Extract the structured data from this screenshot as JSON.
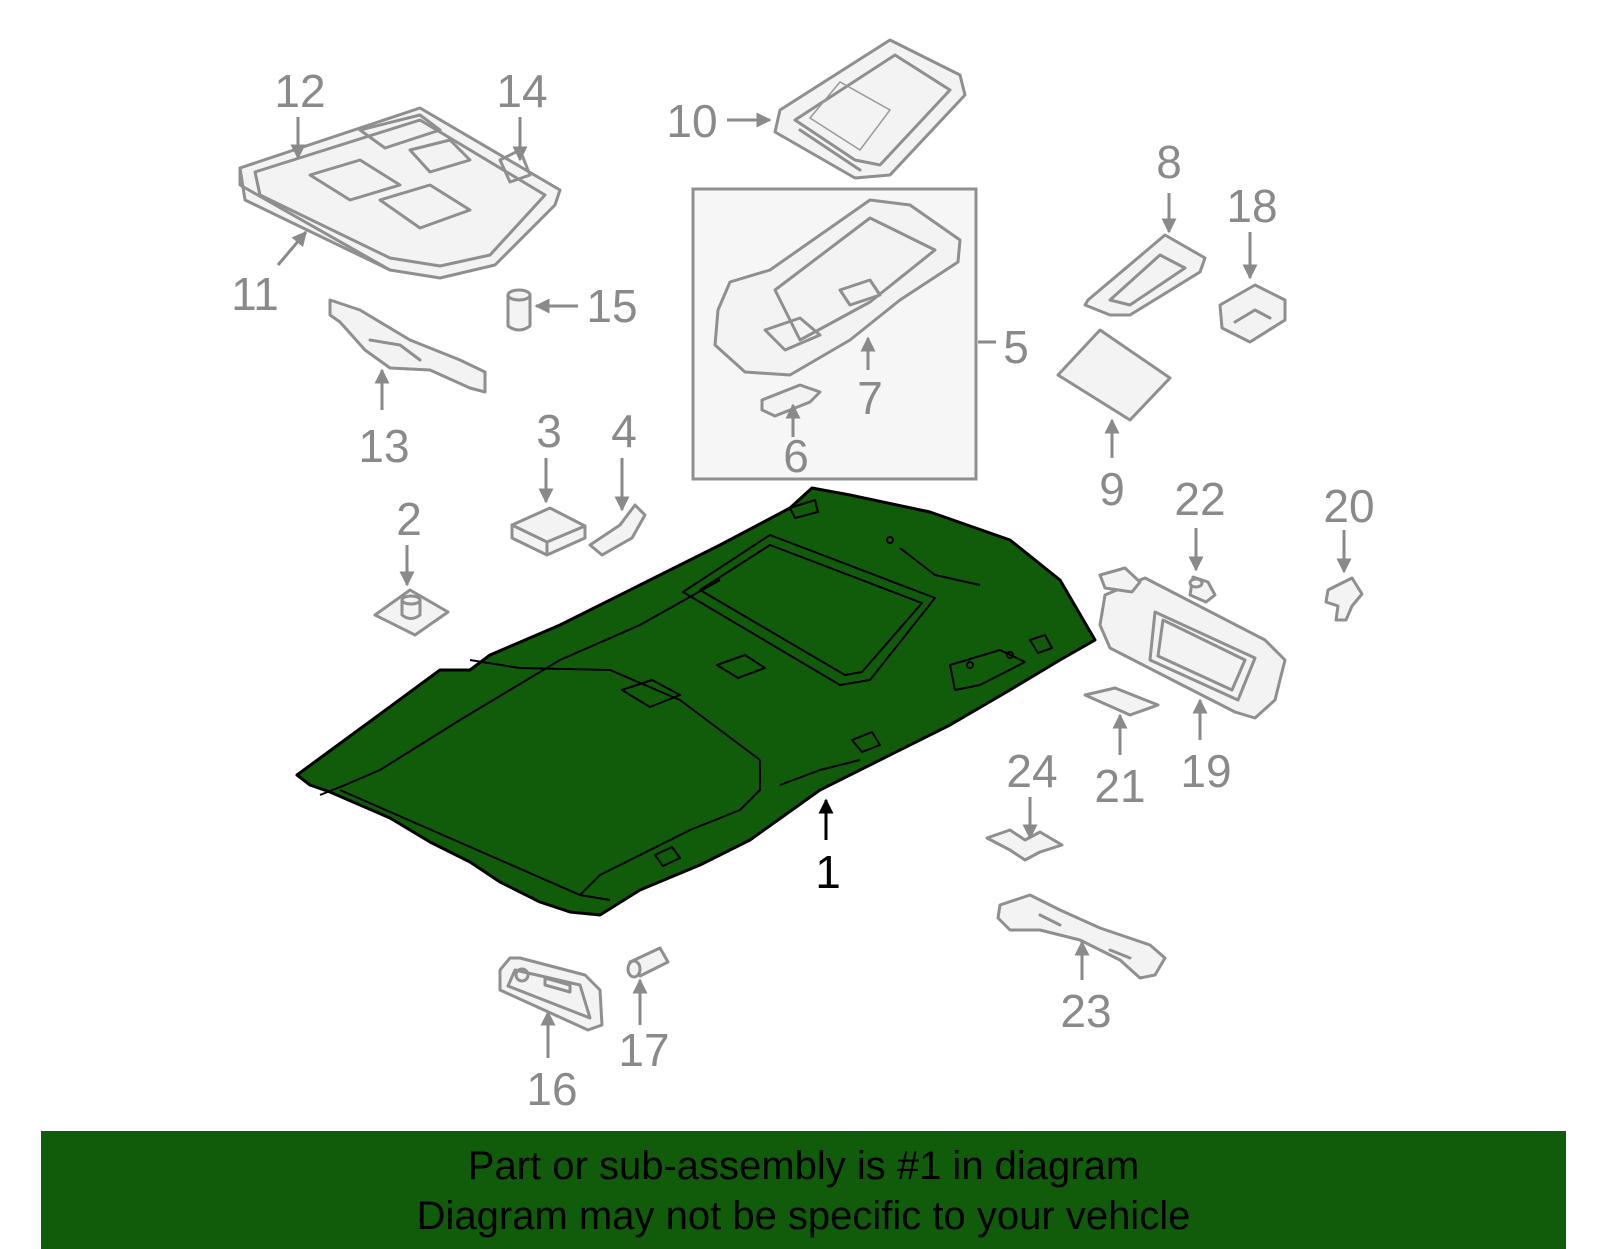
{
  "colors": {
    "highlight": "#115c0a",
    "parts": "#8f8f8f",
    "callout_text": "#8a8a8a",
    "main_callout": "#000000",
    "banner_text": "#000000"
  },
  "callouts": {
    "c1": "1",
    "c2": "2",
    "c3": "3",
    "c4": "4",
    "c5": "5",
    "c6": "6",
    "c7": "7",
    "c8": "8",
    "c9": "9",
    "c10": "10",
    "c11": "11",
    "c12": "12",
    "c13": "13",
    "c14": "14",
    "c15": "15",
    "c16": "16",
    "c17": "17",
    "c18": "18",
    "c19": "19",
    "c20": "20",
    "c21": "21",
    "c22": "22",
    "c23": "23",
    "c24": "24"
  },
  "banner": {
    "line1": "Part or sub-assembly is #1 in diagram",
    "line2": "Diagram may not be specific to your vehicle"
  }
}
